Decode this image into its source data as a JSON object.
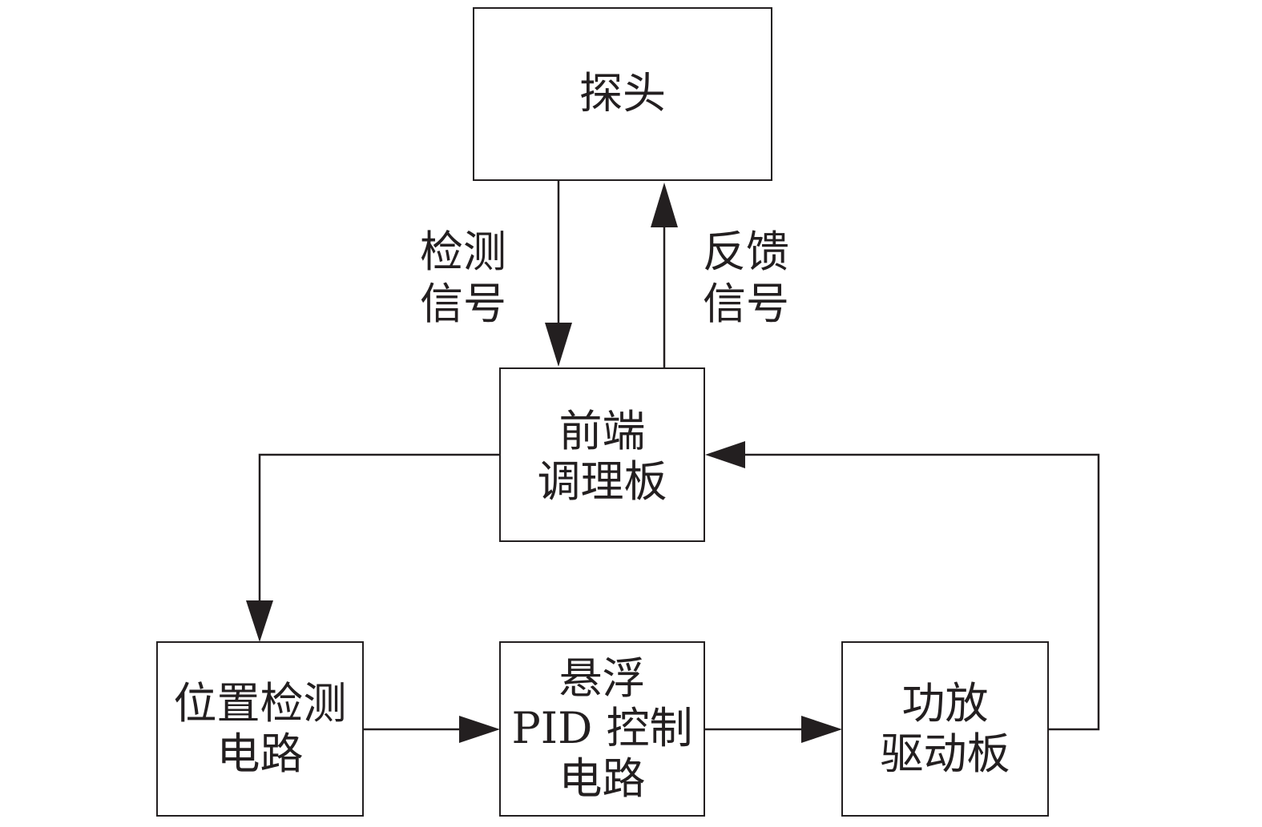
{
  "blocks": {
    "probe": [
      "探头"
    ],
    "frontend": [
      "前端",
      "调理板"
    ],
    "position": [
      "位置检测",
      "电路"
    ],
    "pid": [
      "悬浮",
      "PID 控制",
      "电路"
    ],
    "amp": [
      "功放",
      "驱动板"
    ]
  },
  "labels": {
    "detect_signal": [
      "检测",
      "信号"
    ],
    "feedback_signal": [
      "反馈",
      "信号"
    ]
  }
}
